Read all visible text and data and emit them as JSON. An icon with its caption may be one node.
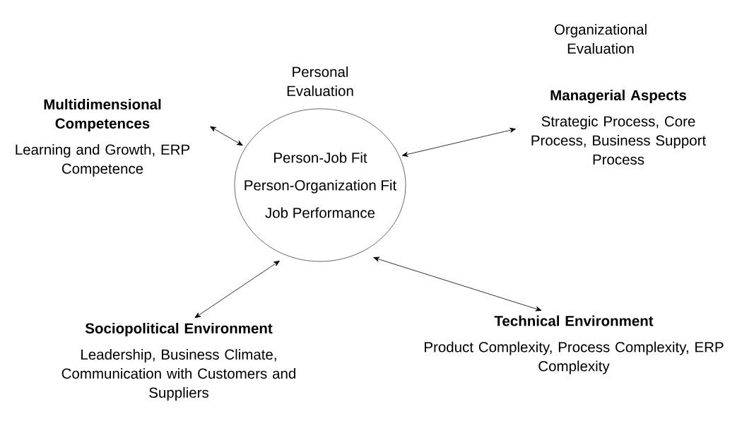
{
  "diagram": {
    "nodes": [
      {
        "text": [
          "Person-Job Fit",
          "Person-Organization Fit",
          "Job Performance"
        ],
        "beside": [
          "Personal Evaluation"
        ]
      },
      {
        "text": [
          "Multidimensional Competences",
          "Learning and Growth, ERP Competence"
        ]
      },
      {
        "text": [
          "Managerial Aspects",
          "Strategic Process, Core Process, Business Support Process"
        ]
      },
      {
        "text": [
          "Sociopolitical Environment",
          "Leadership, Business Climate, Communication with Customers and Suppliers"
        ]
      },
      {
        "text": [
          "Technical Environment",
          "Product Complexity, Process Complexity, ERP Complexity"
        ]
      }
    ],
    "edges": [
      {
        "from": 1,
        "to": 0,
        "arrow": "both"
      },
      {
        "from": 0,
        "to": 2,
        "arrow": "both"
      },
      {
        "from": 3,
        "to": 0,
        "arrow": "both"
      },
      {
        "from": 0,
        "to": 4,
        "arrow": "both"
      }
    ],
    "labels": [
      "Organizational Evaluation"
    ]
  }
}
